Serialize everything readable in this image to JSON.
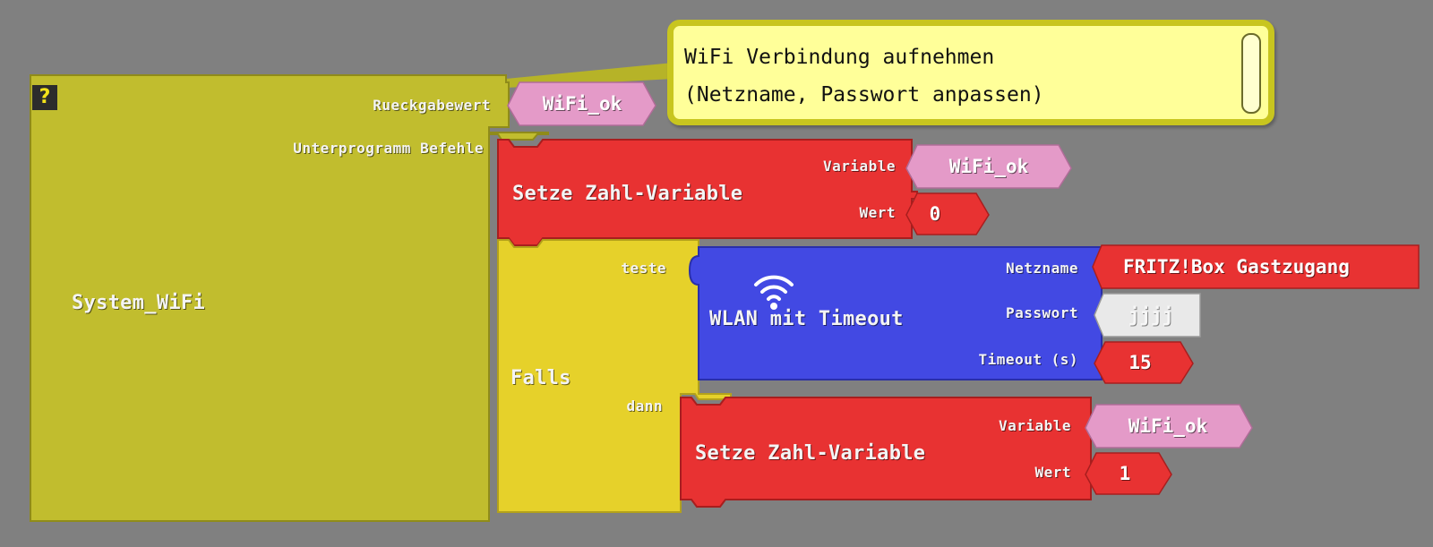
{
  "function_block": {
    "name": "System_WiFi",
    "return_label": "Rueckgabewert",
    "return_value": "WiFi_ok",
    "commands_label": "Unterprogramm Befehle"
  },
  "comment": {
    "line1": "WiFi Verbindung aufnehmen",
    "line2": "(Netzname, Passwort anpassen)"
  },
  "set_var_1": {
    "title": "Setze Zahl-Variable",
    "variable_label": "Variable",
    "variable_value": "WiFi_ok",
    "value_label": "Wert",
    "value": "0"
  },
  "if_block": {
    "title": "Falls",
    "test_label": "teste",
    "then_label": "dann"
  },
  "wlan_block": {
    "title": "WLAN mit Timeout",
    "netname_label": "Netzname",
    "netname_value": "FRITZ!Box Gastzugang",
    "password_label": "Passwort",
    "password_value": "jjjj",
    "timeout_label": "Timeout (s)",
    "timeout_value": "15"
  },
  "set_var_2": {
    "title": "Setze Zahl-Variable",
    "variable_label": "Variable",
    "variable_value": "WiFi_ok",
    "value_label": "Wert",
    "value": "1"
  },
  "colors": {
    "workspace": "#808080",
    "function_block": "#c1bd2e",
    "if_block": "#e6d12a",
    "set_variable_block": "#e83232",
    "wlan_block": "#4249e3",
    "variable_pill": "#e49ac8",
    "comment_bg": "#ffff99"
  }
}
